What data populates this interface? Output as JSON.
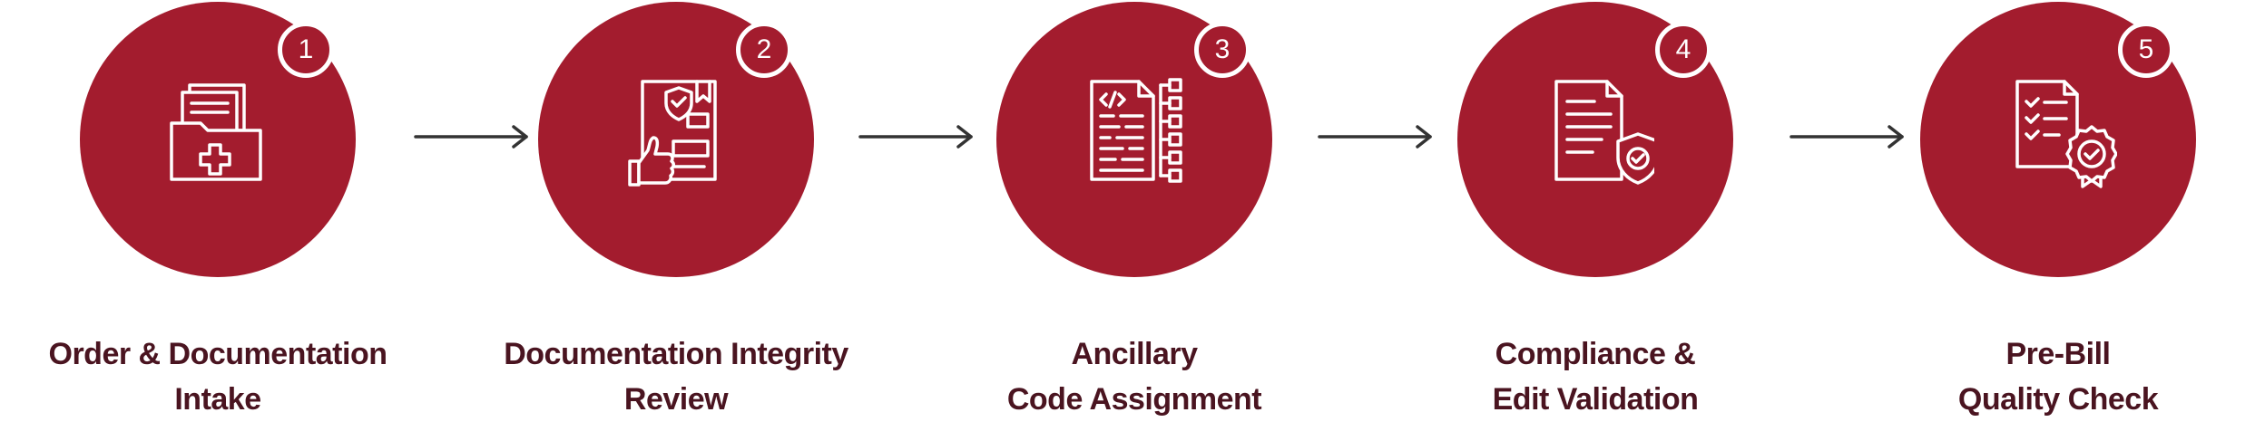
{
  "colors": {
    "accent": "#a31c2e",
    "label": "#4a1420",
    "arrow": "#333333",
    "icon_stroke": "#ffffff"
  },
  "steps": [
    {
      "number": "1",
      "label_line1": "Order & Documentation",
      "label_line2": "Intake",
      "icon": "medical-folder-icon"
    },
    {
      "number": "2",
      "label_line1": "Documentation Integrity",
      "label_line2": "Review",
      "icon": "document-review-thumbs-up-icon"
    },
    {
      "number": "3",
      "label_line1": "Ancillary",
      "label_line2": "Code Assignment",
      "icon": "code-document-icon"
    },
    {
      "number": "4",
      "label_line1": "Compliance &",
      "label_line2": "Edit Validation",
      "icon": "document-shield-check-icon"
    },
    {
      "number": "5",
      "label_line1": "Pre-Bill",
      "label_line2": "Quality Check",
      "icon": "checklist-badge-icon"
    }
  ]
}
